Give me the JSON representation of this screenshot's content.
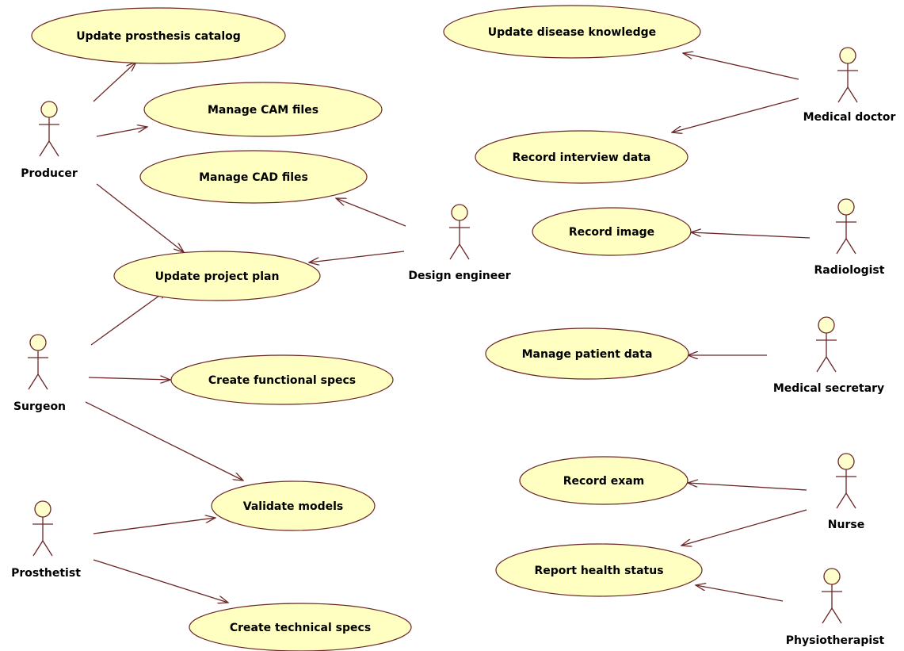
{
  "style": {
    "line_color": "#6b2626",
    "ellipse_fill": "#ffffc2",
    "actor_fill": "#ffffcc",
    "text_color": "#000000",
    "background": "#ffffff"
  },
  "actors": {
    "producer": "Producer",
    "surgeon": "Surgeon",
    "prosthetist": "Prosthetist",
    "design_engineer": "Design engineer",
    "medical_doctor": "Medical doctor",
    "radiologist": "Radiologist",
    "medical_secretary": "Medical secretary",
    "nurse": "Nurse",
    "physiotherapist": "Physiotherapist"
  },
  "use_cases": {
    "update_prosthesis_catalog": "Update prosthesis catalog",
    "manage_cam_files": "Manage CAM files",
    "manage_cad_files": "Manage CAD files",
    "update_project_plan": "Update project plan",
    "create_functional_specs": "Create functional specs",
    "validate_models": "Validate models",
    "create_technical_specs": "Create technical specs",
    "update_disease_knowledge": "Update disease knowledge",
    "record_interview_data": "Record interview data",
    "record_image": "Record image",
    "manage_patient_data": "Manage patient data",
    "record_exam": "Record exam",
    "report_health_status": "Report health status"
  }
}
